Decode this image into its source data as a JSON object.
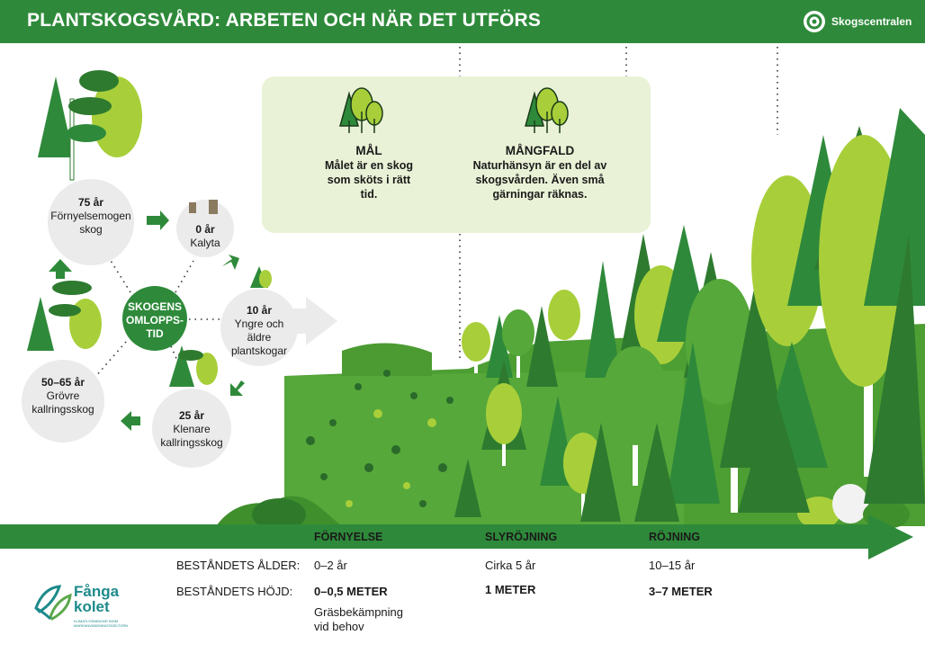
{
  "header": {
    "title": "PLANTSKOGSVÅRD: ARBETEN OCH NÄR DET UTFÖRS",
    "brand": "Skogscentralen"
  },
  "cycle": {
    "center": "SKOGENS OMLOPPS-TID",
    "stages": [
      {
        "age": "75 år",
        "label": "Förnyelsemogen skog"
      },
      {
        "age": "0 år",
        "label": "Kalyta"
      },
      {
        "age": "10 år",
        "label": "Yngre och äldre plantskogar"
      },
      {
        "age": "25 år",
        "label": "Klenare kallringsskog"
      },
      {
        "age": "50–65 år",
        "label": "Grövre kallringsskog"
      }
    ]
  },
  "info": [
    {
      "title": "MÅL",
      "text": "Målet är en skog som sköts i rätt tid.",
      "icon": "tree-icon"
    },
    {
      "title": "MÅNGFALD",
      "text": "Naturhänsyn är en del av skogsvården. Även små gärningar räknas.",
      "icon": "tree-icon"
    }
  ],
  "phases": [
    "FÖRNYELSE",
    "SLYRÖJNING",
    "RÖJNING"
  ],
  "table": {
    "age_label": "BESTÅNDETS ÅLDER:",
    "height_label": "BESTÅNDETS HÖJD:",
    "ages": [
      "0–2 år",
      "Cirka 5 år",
      "10–15 år"
    ],
    "heights": [
      "0–0,5 METER",
      "1 METER",
      "3–7 METER"
    ],
    "note": "Gräsbekämpning vid behov"
  },
  "footer_logo": {
    "title_line1": "Fånga",
    "title_line2": "kolet",
    "subtitle_line1": "KLIMATLÖSNINGAR INOM",
    "subtitle_line2": "MARKANVÄNDNINGSSEKTORN"
  },
  "colors": {
    "dark_green": "#2e8a3a",
    "light_green": "#a8cf3a",
    "pale_box": "#e9f2d6",
    "circle_grey": "#ebebeb"
  }
}
